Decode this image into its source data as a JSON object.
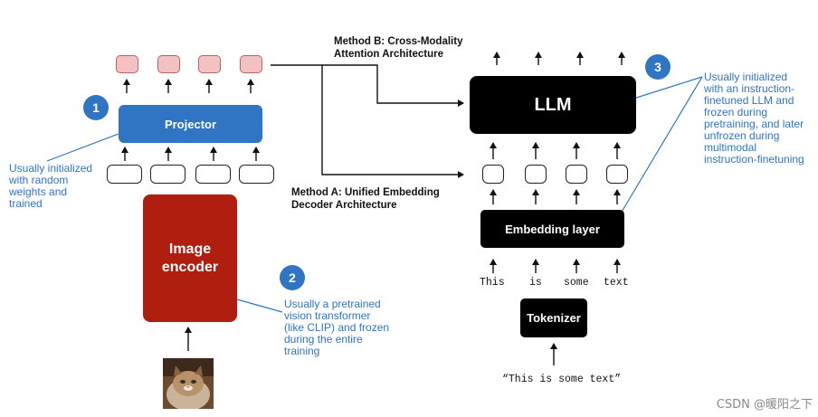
{
  "projector": {
    "label": "Projector"
  },
  "image_encoder": {
    "line1": "Image",
    "line2": "encoder"
  },
  "llm": {
    "label": "LLM"
  },
  "embedding_layer": {
    "label": "Embedding layer"
  },
  "tokenizer": {
    "label": "Tokenizer"
  },
  "method_b": {
    "line1": "Method B: Cross-Modality",
    "line2": "Attention Architecture"
  },
  "method_a": {
    "line1": "Method A: Unified Embedding",
    "line2": "Decoder Architecture"
  },
  "badges": {
    "one": "1",
    "two": "2",
    "three": "3"
  },
  "notes": {
    "projector": [
      "Usually initialized",
      "with random",
      "weights and",
      "trained"
    ],
    "encoder": [
      "Usually a pretrained",
      "vision transformer",
      "(like CLIP) and frozen",
      "during the entire",
      "training"
    ],
    "llm": [
      "Usually initialized",
      "with an instruction-",
      "finetuned LLM and",
      "frozen during",
      "pretraining, and later",
      "unfrozen during",
      "multimodal",
      "instruction-finetuning"
    ]
  },
  "tokens": {
    "w1": "This",
    "w2": "is",
    "w3": "some",
    "w4": "text"
  },
  "input_text": "“This is some text”",
  "watermark": "CSDN @暖阳之下",
  "colors": {
    "blue": "#2f75c3",
    "red": "#b01e10",
    "black": "#000000",
    "pink": "#f2c2c2"
  }
}
